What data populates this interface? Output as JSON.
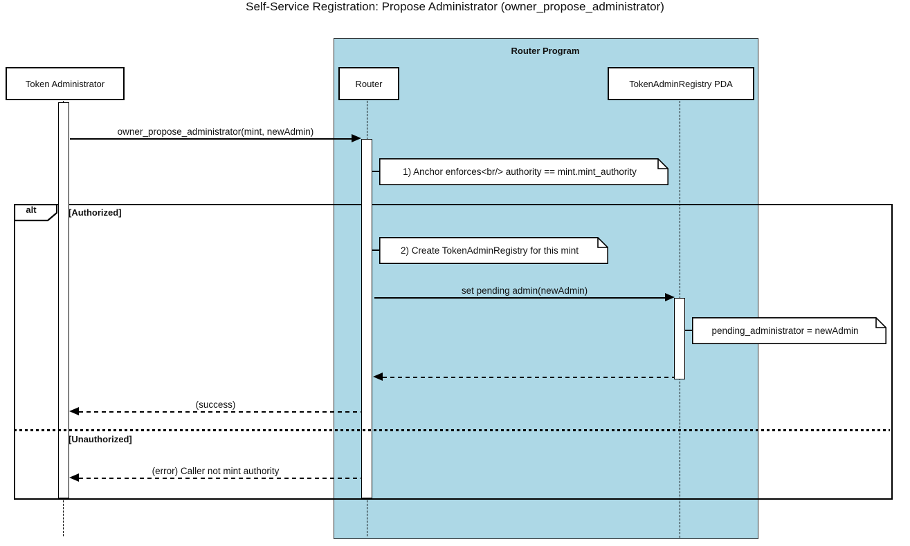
{
  "title": "Self-Service Registration: Propose Administrator (owner_propose_administrator)",
  "container": {
    "label": "Router Program"
  },
  "participants": [
    {
      "label": "Token Administrator"
    },
    {
      "label": "Router"
    },
    {
      "label": "TokenAdminRegistry PDA"
    }
  ],
  "alt_frame": {
    "operator": "alt",
    "branches": [
      {
        "condition": "[Authorized]"
      },
      {
        "condition": "[Unauthorized]"
      }
    ]
  },
  "messages": [
    {
      "from": "Token Administrator",
      "to": "Router",
      "label": "owner_propose_administrator(mint, newAdmin)",
      "style": "solid"
    },
    {
      "from": "Router",
      "to": "TokenAdminRegistry PDA",
      "label": "set pending admin(newAdmin)",
      "style": "solid"
    },
    {
      "from": "TokenAdminRegistry PDA",
      "to": "Router",
      "label": "",
      "style": "dashed"
    },
    {
      "from": "Router",
      "to": "Token Administrator",
      "label": "(success)",
      "style": "dashed"
    },
    {
      "from": "Router",
      "to": "Token Administrator",
      "label": "(error) Caller not mint authority",
      "style": "dashed"
    }
  ],
  "notes": [
    {
      "text": "1) Anchor enforces<br/> authority == mint.mint_authority"
    },
    {
      "text": "2) Create TokenAdminRegistry for this mint"
    },
    {
      "text": "pending_administrator = newAdmin"
    }
  ],
  "colors": {
    "container_fill": "#ADD8E6",
    "line": "#000000",
    "participant_fill": "#FFFFFF",
    "note_fill": "#FFFFFF"
  }
}
